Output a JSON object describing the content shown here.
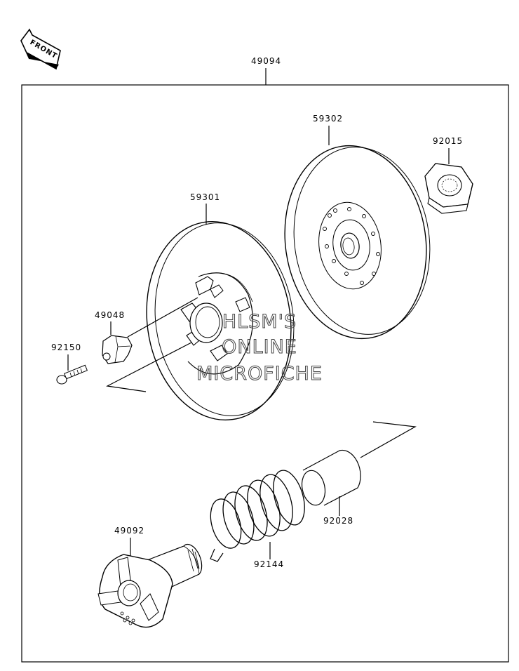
{
  "diagram": {
    "front_label": "FRONT",
    "assembly_number": "49094",
    "part_labels": {
      "p59302": "59302",
      "p92015": "92015",
      "p59301": "59301",
      "p49048": "49048",
      "p92150": "92150",
      "p92028": "92028",
      "p49092": "49092",
      "p92144": "92144"
    },
    "watermark": {
      "line1": "HLSM'S",
      "line2": "ONLINE",
      "line3": "MICROFICHE"
    }
  }
}
